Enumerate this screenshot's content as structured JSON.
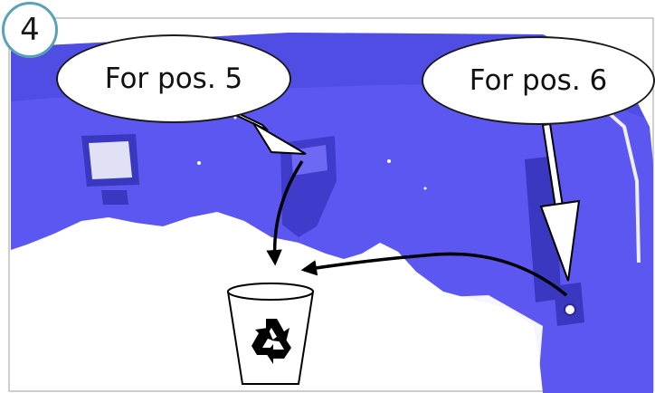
{
  "step_number": "4",
  "callouts": {
    "pos5": "For pos. 5",
    "pos6": "For pos. 6"
  },
  "colors": {
    "part_fill": "#5b57f0",
    "part_dark": "#3c38c8",
    "frame_border": "#bdbdbd",
    "step_ring": "#5aa2b5",
    "arrow": "#000000"
  },
  "icons": {
    "bin": "recycle-bin-icon",
    "recycle": "recycle-icon"
  }
}
